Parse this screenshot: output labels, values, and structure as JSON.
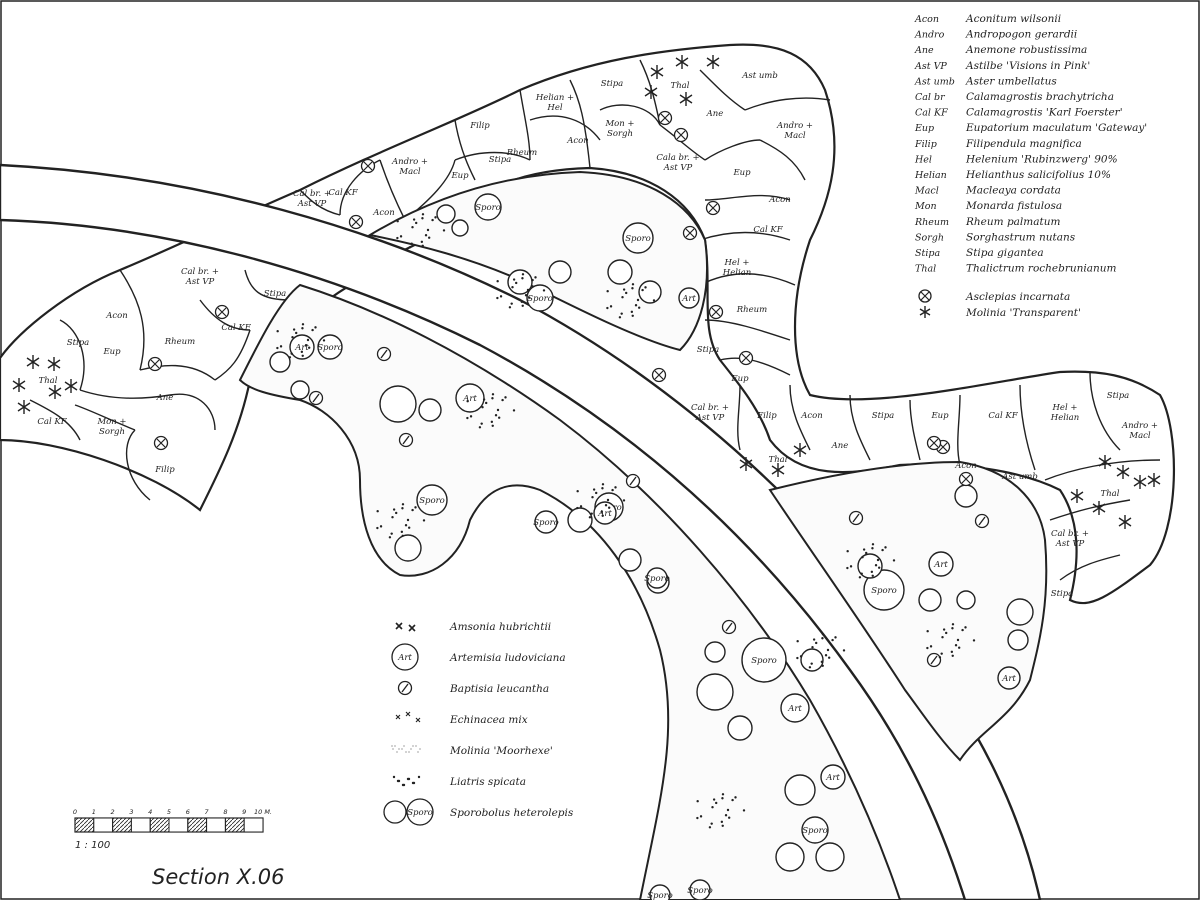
{
  "section_title": "Section X.06",
  "scale": {
    "ratio": "1 : 100",
    "ticks": [
      "0",
      "1",
      "2",
      "3",
      "4",
      "5",
      "6",
      "7",
      "8",
      "9",
      "10 M."
    ]
  },
  "species_key": [
    {
      "abbr": "Acon",
      "name": "Aconitum wilsonii"
    },
    {
      "abbr": "Andro",
      "name": "Andropogon gerardii"
    },
    {
      "abbr": "Ane",
      "name": "Anemone robustissima"
    },
    {
      "abbr": "Ast VP",
      "name": "Astilbe 'Visions in Pink'"
    },
    {
      "abbr": "Ast umb",
      "name": "Aster umbellatus"
    },
    {
      "abbr": "Cal br",
      "name": "Calamagrostis brachytricha"
    },
    {
      "abbr": "Cal KF",
      "name": "Calamagrostis 'Karl Foerster'"
    },
    {
      "abbr": "Eup",
      "name": "Eupatorium maculatum 'Gateway'"
    },
    {
      "abbr": "Filip",
      "name": "Filipendula magnifica"
    },
    {
      "abbr": "Hel",
      "name": "Helenium 'Rubinzwerg' 90%"
    },
    {
      "abbr": "Helian",
      "name": "Helianthus salicifolius 10%"
    },
    {
      "abbr": "Macl",
      "name": "Macleaya cordata"
    },
    {
      "abbr": "Mon",
      "name": "Monarda fistulosa"
    },
    {
      "abbr": "Rheum",
      "name": "Rheum palmatum"
    },
    {
      "abbr": "Sorgh",
      "name": "Sorghastrum nutans"
    },
    {
      "abbr": "Stipa",
      "name": "Stipa gigantea"
    },
    {
      "abbr": "Thal",
      "name": "Thalictrum rochebrunianum"
    }
  ],
  "symbol_key": [
    {
      "symbol": "circle-x-icon",
      "name": "Asclepias incarnata"
    },
    {
      "symbol": "asterisk-icon",
      "name": "Molinia 'Transparent'"
    }
  ],
  "matrix_key": [
    {
      "symbol": "cross-pair-icon",
      "name": "Amsonia hubrichtii",
      "tag": ""
    },
    {
      "symbol": "art-circle-icon",
      "name": "Artemisia ludoviciana",
      "tag": "Art"
    },
    {
      "symbol": "slash-circle-icon",
      "name": "Baptisia leucantha",
      "tag": ""
    },
    {
      "symbol": "small-cross-icon",
      "name": "Echinacea mix",
      "tag": ""
    },
    {
      "symbol": "fine-stipple-icon",
      "name": "Molinia 'Moorhexe'",
      "tag": ""
    },
    {
      "symbol": "dot-cluster-icon",
      "name": "Liatris spicata",
      "tag": ""
    },
    {
      "symbol": "sporo-circle-icon",
      "name": "Sporobolus heterolepis",
      "tag": "Sporo"
    }
  ],
  "bed_labels": {
    "top": [
      "Ast umb",
      "Thal",
      "Stipa",
      "Helian + Hel",
      "Acon",
      "Mon + Sorgh",
      "Ane",
      "Andro + Macl",
      "Filip",
      "Rheum",
      "Stipa",
      "Cala br. + Ast VP",
      "Andro + Macl",
      "Eup",
      "Eup",
      "Cal br. + Ast VP",
      "Cal KF",
      "Acon",
      "Acon",
      "Cal KF",
      "Hel + Helian",
      "Rheum",
      "Stipa",
      "Eup"
    ],
    "left": [
      "Cal br. + Ast VP",
      "Stipa",
      "Acon",
      "Stipa",
      "Cal KF",
      "Eup",
      "Rheum",
      "Thal",
      "Ane",
      "Cal KF",
      "Mon + Sorgh",
      "Filip"
    ],
    "right": [
      "Filip",
      "Acon",
      "Stipa",
      "Eup",
      "Cal KF",
      "Hel + Helian",
      "Stipa",
      "Andro + Macl",
      "Cal br. + Ast VP",
      "Ane",
      "Thal",
      "Acon",
      "Ast umb",
      "Thal",
      "Cal br. + Ast VP",
      "Stipa"
    ],
    "matrix": [
      "Sporo",
      "Sporo",
      "Sporo",
      "Art",
      "Art",
      "Sporo",
      "Art",
      "Sporo",
      "Sporo",
      "Sporo",
      "Art",
      "Art",
      "Sporo",
      "Art",
      "Sporo",
      "Art",
      "Sporo",
      "Art",
      "Sporo",
      "Sporo",
      "Art",
      "Sporo"
    ]
  }
}
